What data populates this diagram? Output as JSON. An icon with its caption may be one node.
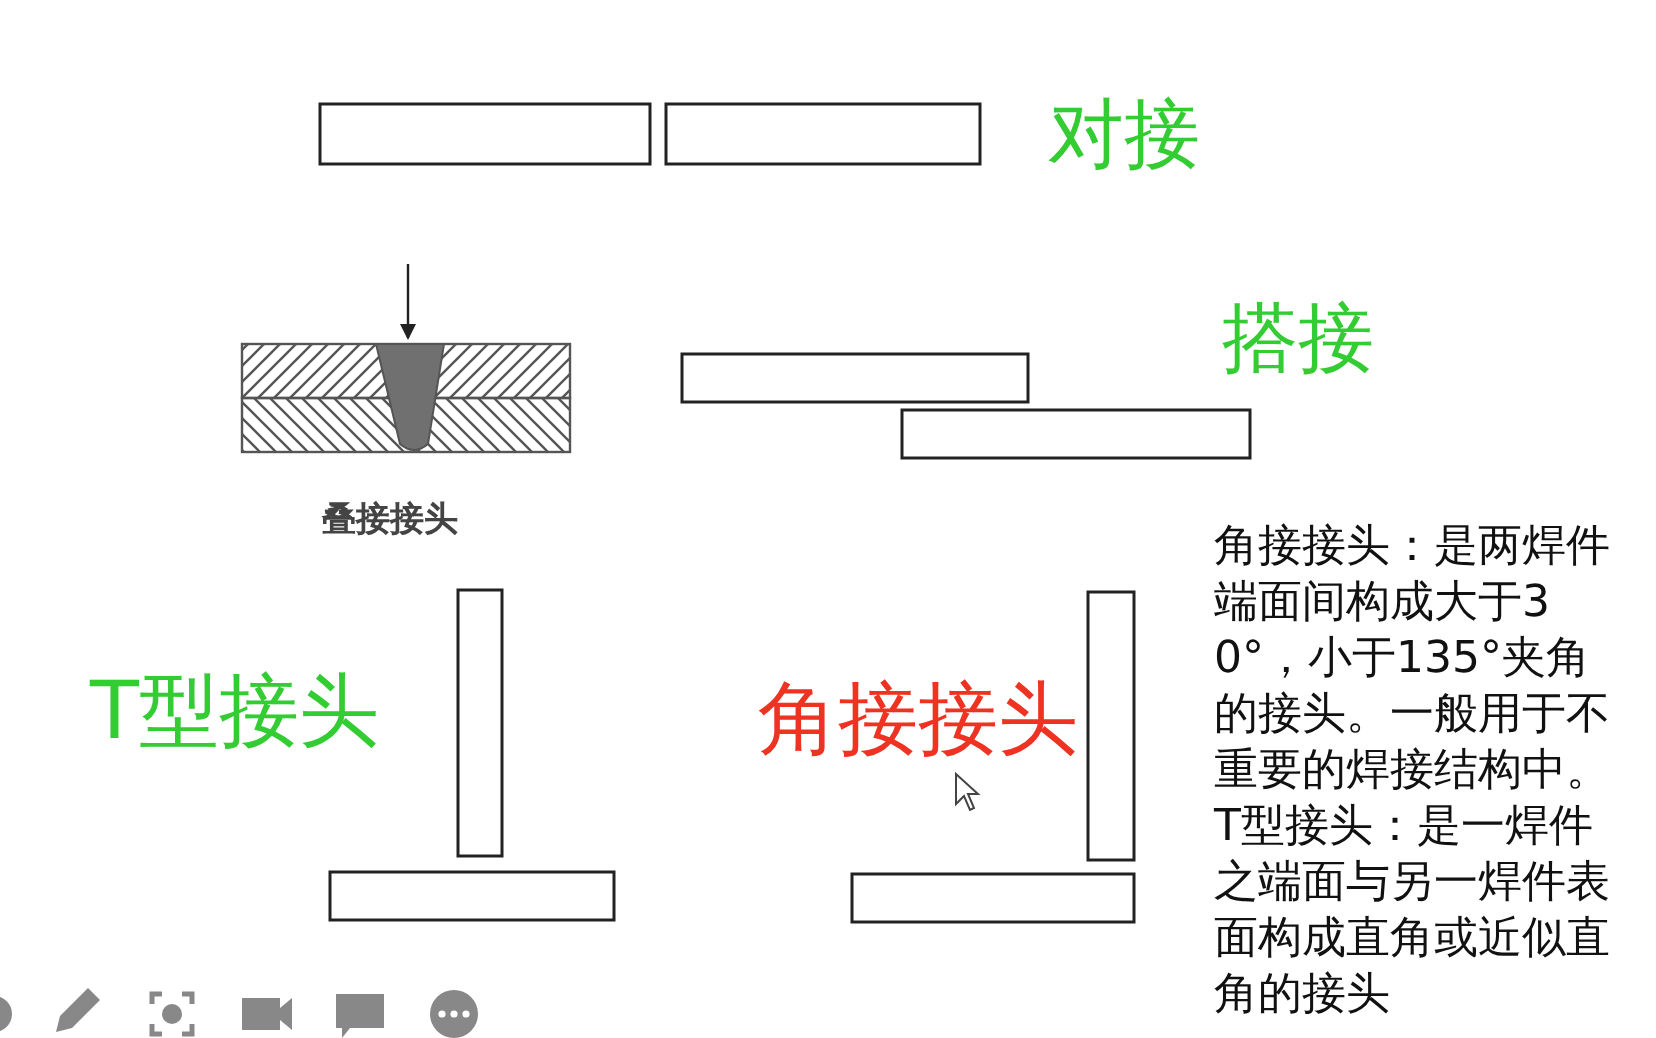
{
  "diagram": {
    "labels": [
      "对接",
      "搭接",
      "叠接接头",
      "T型接头",
      "角接接头",
      "角接接头：是两焊件端面间构成大于30°，小于135°夹角的接头。一般用于不重要的焊接结构中。",
      "T型接头：是一焊件之端面与另一焊件表面构成直角或近似直角的接头"
    ]
  }
}
